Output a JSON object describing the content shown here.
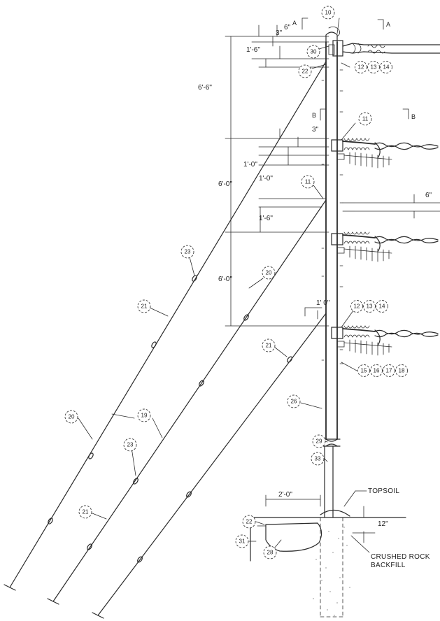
{
  "dimensions": {
    "d6in_top": "6\"",
    "d3in_top": "3\"",
    "d1ft6_top": "1'-6\"",
    "d6ft6": "6'-6\"",
    "d3in_b": "3\"",
    "d1ft0_a": "1'-0\"",
    "d1ft0_b": "1'-0\"",
    "d6ft0_a": "6'-0\"",
    "d1ft6_mid": "1'-6\"",
    "d6ft0_b": "6'-0\"",
    "d1ft0_c": "1' 0\"",
    "d6in_right": "6\"",
    "d2ft0": "2'-0\"",
    "d12in": "12\""
  },
  "sections": {
    "a_left": "A",
    "a_right": "A",
    "b_left": "B",
    "b_right": "B"
  },
  "notes": {
    "topsoil": "TOPSOIL",
    "crushed_rock": "CRUSHED ROCK",
    "backfill": "BACKFILL"
  },
  "callouts": {
    "c10": "10",
    "c30": "30",
    "c22_top": "22",
    "c12_top": "12",
    "c13_top": "13",
    "c14_top": "14",
    "c11_top": "11",
    "c11_mid": "11",
    "c23_top": "23",
    "c20_upper": "20",
    "c21_upper": "21",
    "c12_low": "12",
    "c13_low": "13",
    "c14_low": "14",
    "c21_mid": "21",
    "c15": "15",
    "c16": "16",
    "c17": "17",
    "c18": "18",
    "c26": "26",
    "c20_lower": "20",
    "c19": "19",
    "c23_lower": "23",
    "c29": "29",
    "c33": "33",
    "c21_lower": "21",
    "c22_base": "22",
    "c31": "31",
    "c28": "28"
  }
}
